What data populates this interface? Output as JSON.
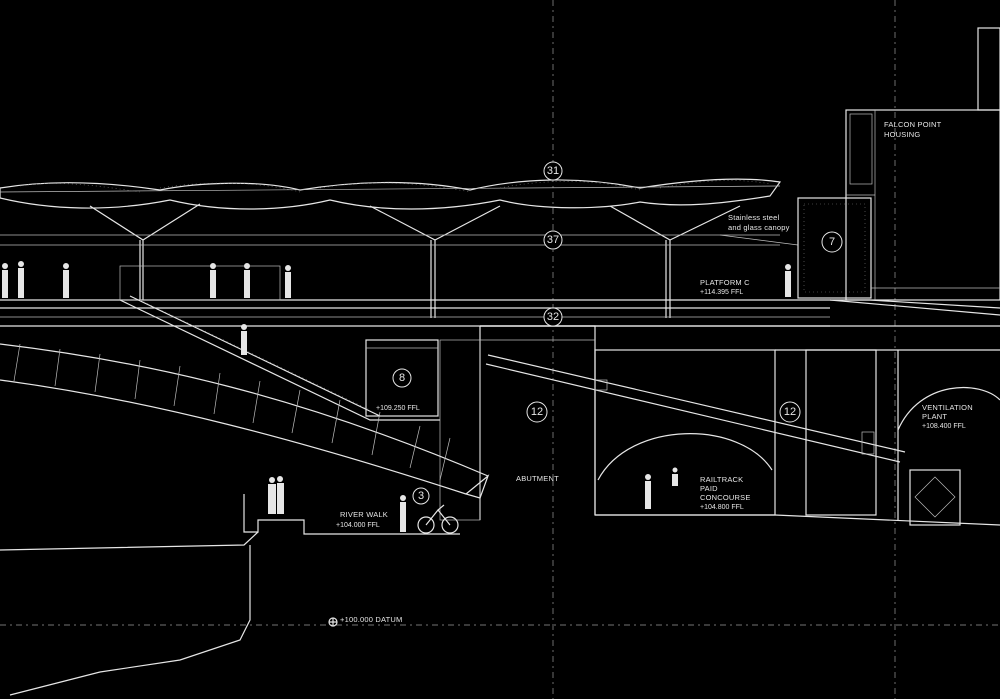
{
  "labels": {
    "falcon_point_line1": "FALCON POINT",
    "falcon_point_line2": "HOUSING",
    "canopy_line1": "Stainless steel",
    "canopy_line2": "and glass canopy",
    "platform_c": "PLATFORM C",
    "platform_c_level": "+114.395 FFL",
    "level_8": "+109.250 FFL",
    "river_walk": "RIVER WALK",
    "river_walk_level": "+104.000 FFL",
    "abutment": "ABUTMENT",
    "concourse_line1": "RAILTRACK",
    "concourse_line2": "PAID",
    "concourse_line3": "CONCOURSE",
    "concourse_level": "+104.800 FFL",
    "ventilation_line1": "VENTILATION",
    "ventilation_line2": "PLANT",
    "ventilation_level": "+108.400 FFL",
    "datum": "+100.000 DATUM"
  },
  "markers": {
    "m31": "31",
    "m37": "37",
    "m32": "32",
    "m7": "7",
    "m8": "8",
    "m12a": "12",
    "m12b": "12",
    "m3": "3"
  },
  "colors": {
    "background": "#000000",
    "linework": "#e6e6e6"
  }
}
